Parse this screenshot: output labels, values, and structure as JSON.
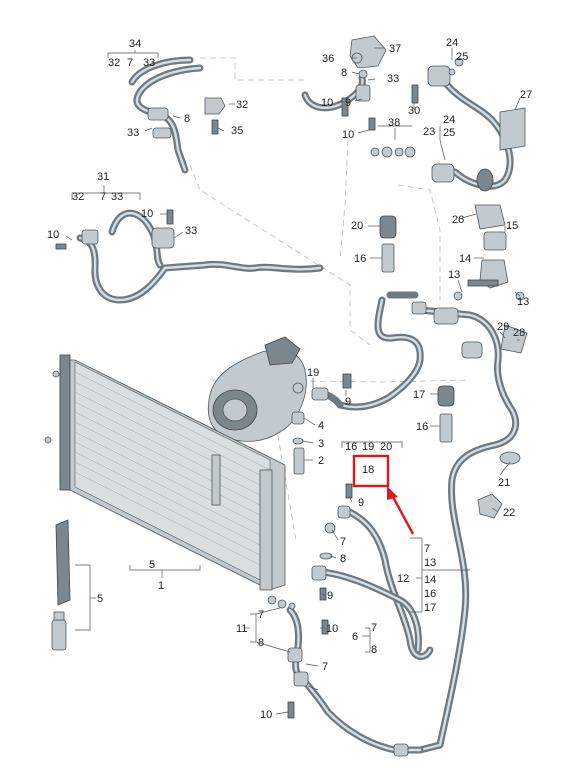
{
  "callouts": [
    {
      "id": "c1",
      "text": "34"
    },
    {
      "id": "c2",
      "text": "32"
    },
    {
      "id": "c3",
      "text": "7"
    },
    {
      "id": "c4",
      "text": "33"
    },
    {
      "id": "c5",
      "text": "32"
    },
    {
      "id": "c6",
      "text": "33"
    },
    {
      "id": "c7",
      "text": "8"
    },
    {
      "id": "c8",
      "text": "35"
    },
    {
      "id": "c9",
      "text": "36"
    },
    {
      "id": "c10",
      "text": "37"
    },
    {
      "id": "c11",
      "text": "8"
    },
    {
      "id": "c12",
      "text": "33"
    },
    {
      "id": "c13",
      "text": "10"
    },
    {
      "id": "c14",
      "text": "9"
    },
    {
      "id": "c15",
      "text": "10"
    },
    {
      "id": "c16",
      "text": "38"
    },
    {
      "id": "c17",
      "text": "24"
    },
    {
      "id": "c18",
      "text": "25"
    },
    {
      "id": "c19",
      "text": "30"
    },
    {
      "id": "c20",
      "text": "27"
    },
    {
      "id": "c21",
      "text": "24"
    },
    {
      "id": "c22",
      "text": "23"
    },
    {
      "id": "c23",
      "text": "25"
    },
    {
      "id": "c24",
      "text": "31"
    },
    {
      "id": "c25",
      "text": "32"
    },
    {
      "id": "c26",
      "text": "7"
    },
    {
      "id": "c27",
      "text": "33"
    },
    {
      "id": "c28",
      "text": "10"
    },
    {
      "id": "c29",
      "text": "10"
    },
    {
      "id": "c30",
      "text": "33"
    },
    {
      "id": "c31",
      "text": "20"
    },
    {
      "id": "c32",
      "text": "16"
    },
    {
      "id": "c33",
      "text": "26"
    },
    {
      "id": "c34",
      "text": "15"
    },
    {
      "id": "c35",
      "text": "14"
    },
    {
      "id": "c36",
      "text": "13"
    },
    {
      "id": "c37",
      "text": "13"
    },
    {
      "id": "c38",
      "text": "29"
    },
    {
      "id": "c39",
      "text": "28"
    },
    {
      "id": "c40",
      "text": "19"
    },
    {
      "id": "c41",
      "text": "9"
    },
    {
      "id": "c42",
      "text": "4"
    },
    {
      "id": "c43",
      "text": "3"
    },
    {
      "id": "c44",
      "text": "2"
    },
    {
      "id": "c45",
      "text": "17"
    },
    {
      "id": "c46",
      "text": "16"
    },
    {
      "id": "c47",
      "text": "16"
    },
    {
      "id": "c48",
      "text": "19"
    },
    {
      "id": "c49",
      "text": "20"
    },
    {
      "id": "c50",
      "text": "18"
    },
    {
      "id": "c51",
      "text": "9"
    },
    {
      "id": "c52",
      "text": "21"
    },
    {
      "id": "c53",
      "text": "22"
    },
    {
      "id": "c54",
      "text": "7"
    },
    {
      "id": "c55",
      "text": "8"
    },
    {
      "id": "c56",
      "text": "7"
    },
    {
      "id": "c57",
      "text": "13"
    },
    {
      "id": "c58",
      "text": "12"
    },
    {
      "id": "c59",
      "text": "14"
    },
    {
      "id": "c60",
      "text": "16"
    },
    {
      "id": "c61",
      "text": "17"
    },
    {
      "id": "c62",
      "text": "5"
    },
    {
      "id": "c63",
      "text": "1"
    },
    {
      "id": "c64",
      "text": "5"
    },
    {
      "id": "c65",
      "text": "9"
    },
    {
      "id": "c66",
      "text": "7"
    },
    {
      "id": "c67",
      "text": "6"
    },
    {
      "id": "c68",
      "text": "8"
    },
    {
      "id": "c69",
      "text": "11"
    },
    {
      "id": "c70",
      "text": "10"
    },
    {
      "id": "c71",
      "text": "7"
    },
    {
      "id": "c72",
      "text": "8"
    },
    {
      "id": "c73",
      "text": "7"
    },
    {
      "id": "c74",
      "text": "10"
    }
  ],
  "highlight": {
    "label": "18",
    "color": "#e0161b"
  },
  "colors": {
    "pipe": "#6e7a82",
    "part": "#c3cacf",
    "guide": "#bbbbbb",
    "text": "#222222"
  }
}
